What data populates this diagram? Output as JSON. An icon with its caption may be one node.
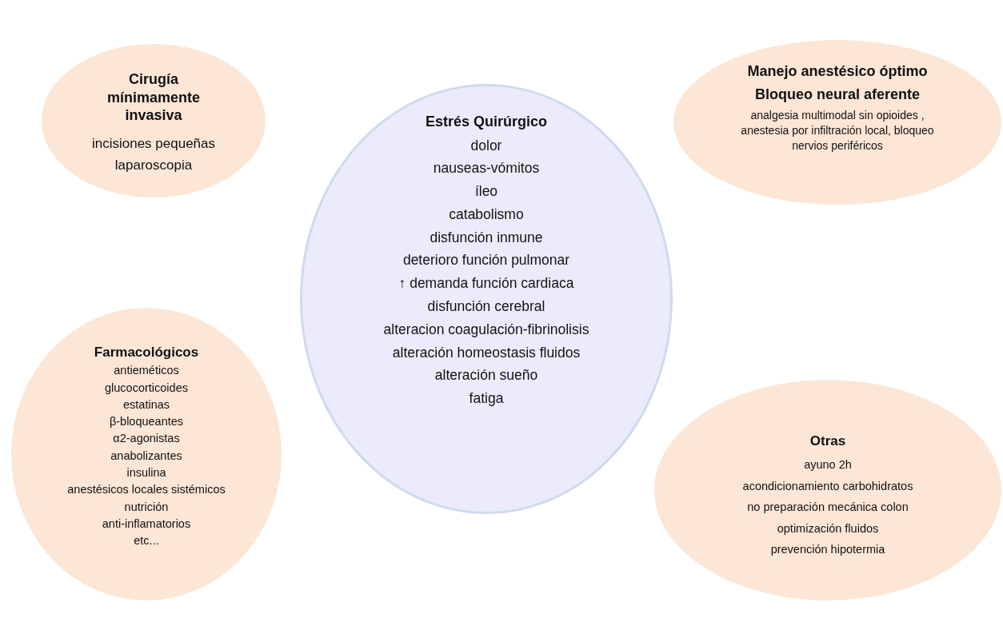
{
  "diagram": {
    "nodes": [
      {
        "text": [
          "Cirugía mínimamente invasiva",
          "incisiones pequeñas",
          "laparoscopia"
        ]
      },
      {
        "text": [
          "Estrés Quirúrgico",
          "dolor",
          "nauseas-vómitos",
          "íleo",
          "catabolismo",
          "disfunción inmune",
          "deterioro función pulmonar",
          "↑ demanda función cardiaca",
          "disfunción cerebral",
          "alteracion coagulación-fibrinolisis",
          "alteración homeostasis fluidos",
          "alteración sueño",
          "fatiga"
        ]
      },
      {
        "text": [
          "Manejo anestésico óptimo",
          "Bloqueo neural aferente",
          "analgesia  multimodal sin opioides , anestesia por infiltración local, bloqueo nervios periféricos"
        ]
      },
      {
        "text": [
          "Farmacológicos",
          "antieméticos",
          "glucocorticoides",
          "estatinas",
          "β-bloqueantes",
          "α2-agonistas",
          "anabolizantes",
          "insulina",
          "anestésicos locales sistémicos",
          "nutrición",
          "anti-inflamatorios",
          "etc..."
        ]
      },
      {
        "text": [
          "Otras",
          "ayuno 2h",
          "acondicionamiento carbohidratos",
          "no preparación mecánica colon",
          "optimización fluidos",
          "prevención hipotermia"
        ]
      }
    ]
  }
}
